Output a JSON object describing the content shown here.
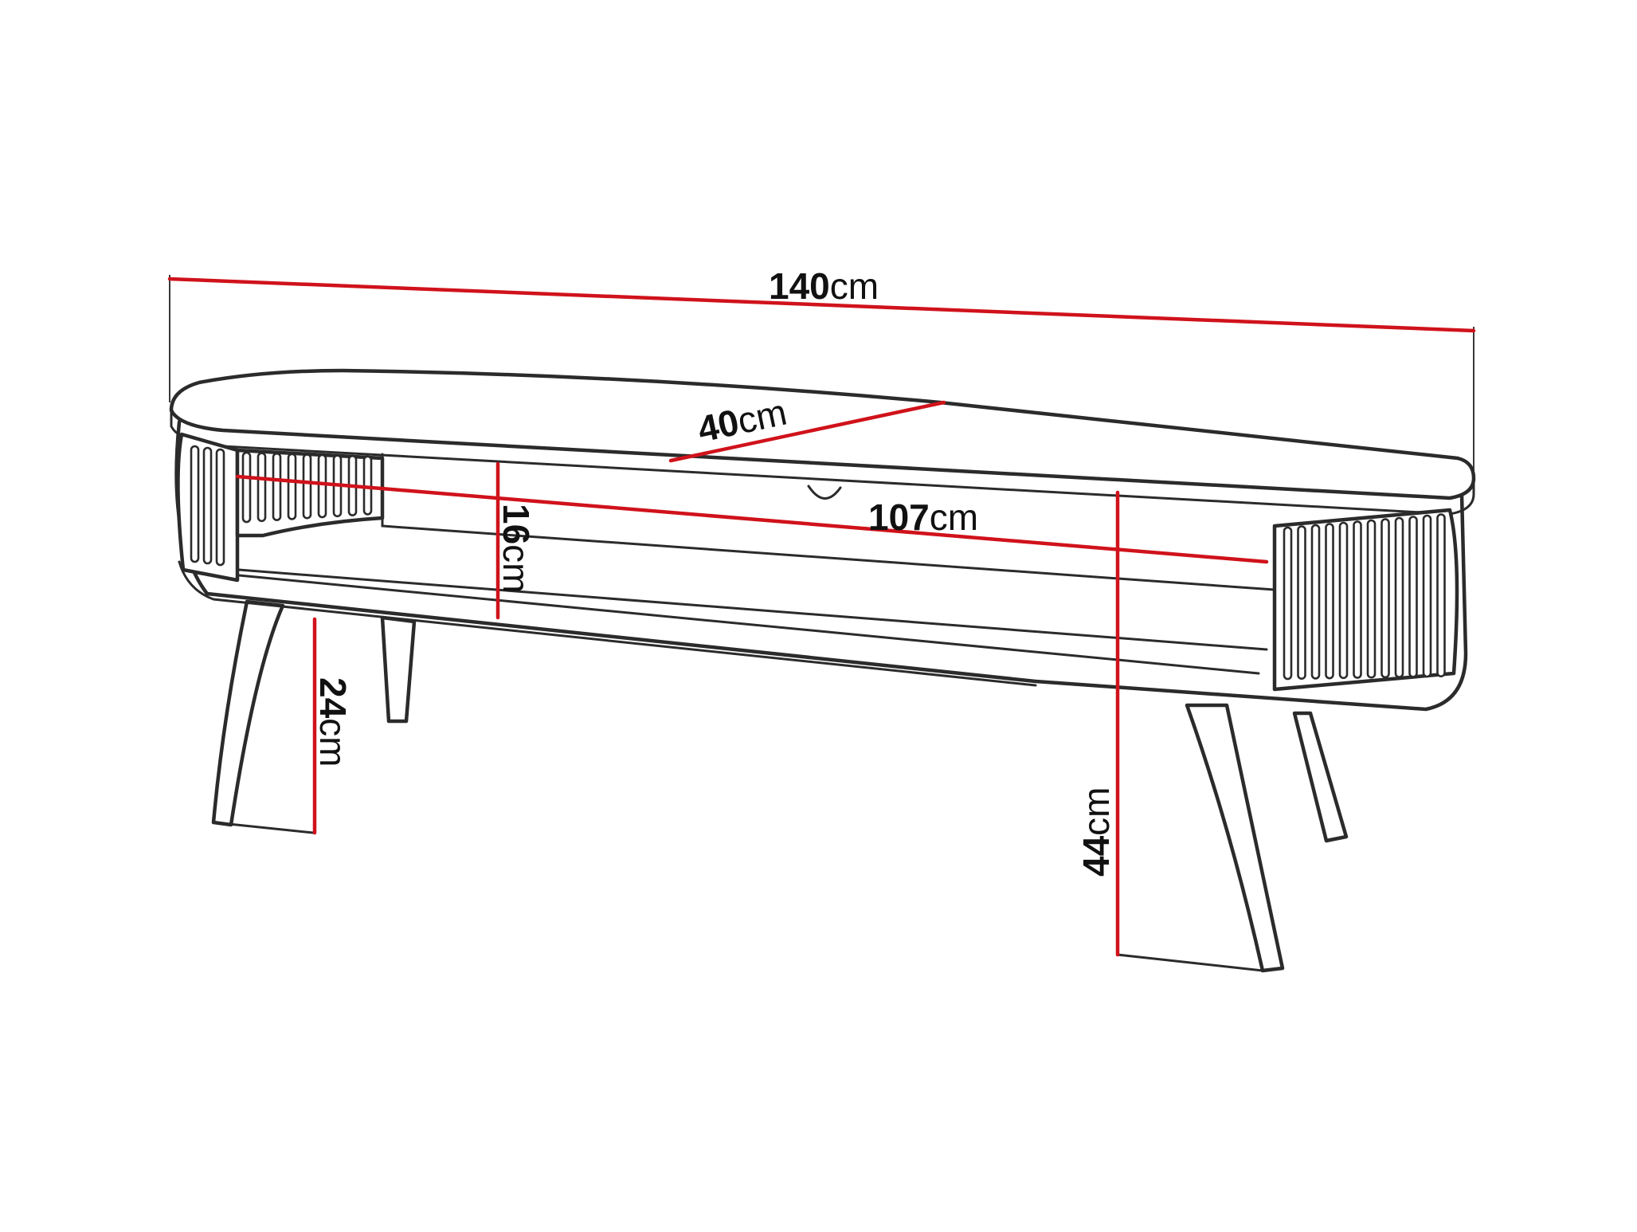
{
  "diagram": {
    "accent_color": "#d0121b",
    "outline_color": "#2b2b2b",
    "dimensions": {
      "overall_length": {
        "value": "140",
        "unit": "cm"
      },
      "depth": {
        "value": "40",
        "unit": "cm"
      },
      "inner_length": {
        "value": "107",
        "unit": "cm"
      },
      "shelf_height": {
        "value": "16",
        "unit": "cm"
      },
      "leg_height": {
        "value": "24",
        "unit": "cm"
      },
      "total_height": {
        "value": "44",
        "unit": "cm"
      }
    }
  }
}
